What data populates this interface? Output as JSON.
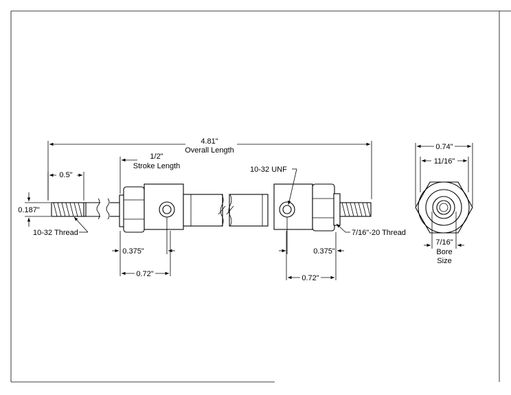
{
  "dimensions": {
    "overall_value": "4.81\"",
    "overall_label": "Overall Length",
    "stroke_value": "1/2\"",
    "stroke_label": "Stroke Length",
    "thread_length": "0.5\"",
    "rod_diameter": "0.187\"",
    "rod_thread": "10-32 Thread",
    "port_thread": "10-32 UNF",
    "mount_thread": "7/16\"-20 Thread",
    "left_port_offset": "0.375\"",
    "left_block_length": "0.72\"",
    "right_port_offset": "0.375\"",
    "right_block_length": "0.72\"",
    "end_width": "0.74\"",
    "end_flats": "11/16\"",
    "bore_value": "7/16\"",
    "bore_label_1": "Bore",
    "bore_label_2": "Size"
  }
}
